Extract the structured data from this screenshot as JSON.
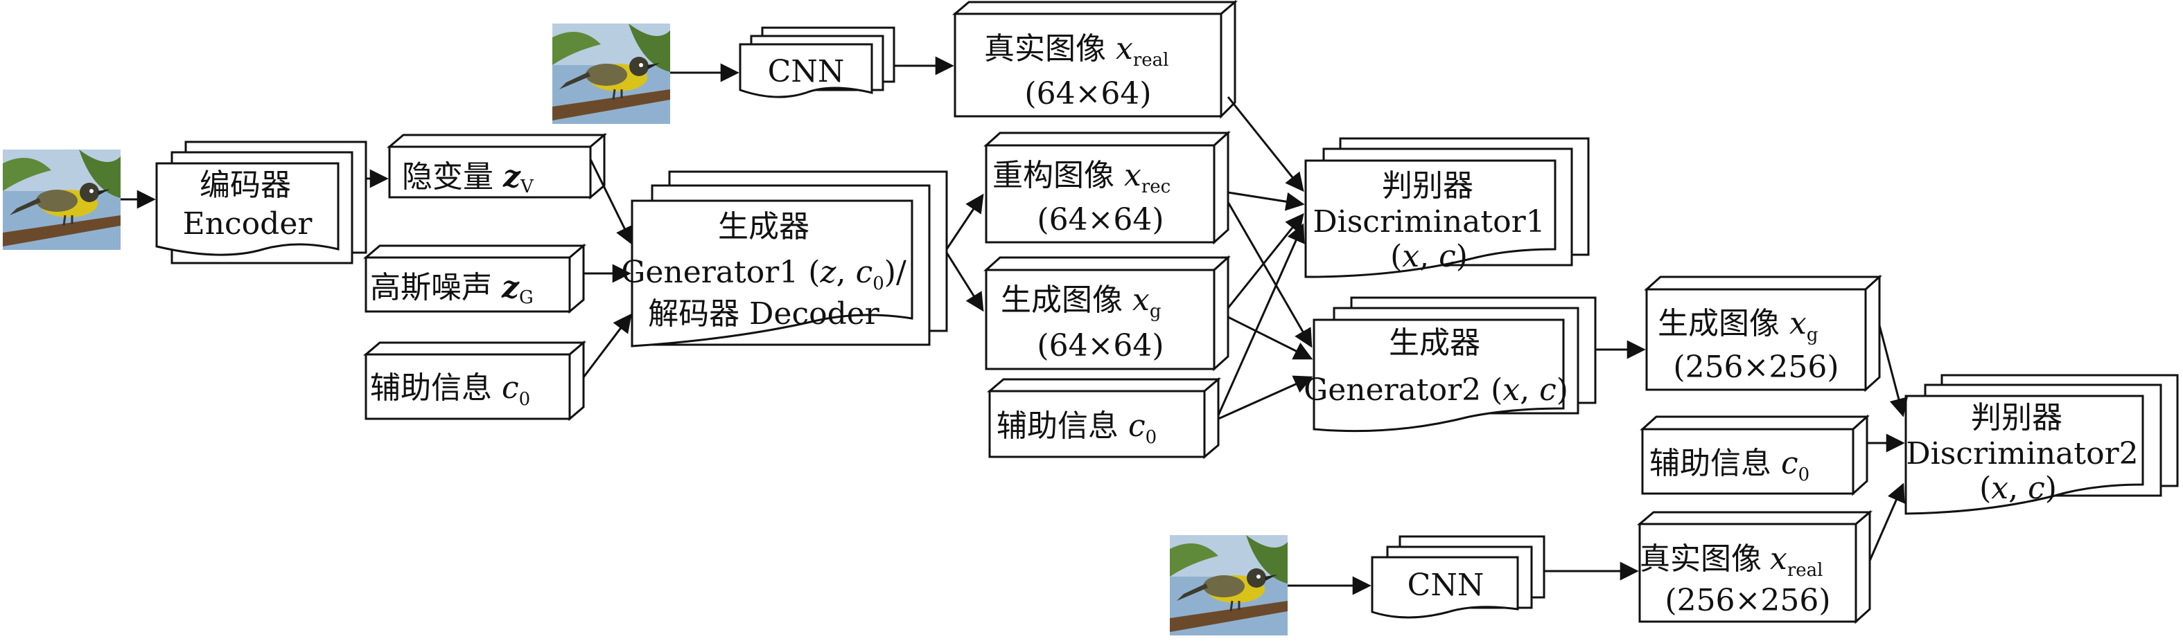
{
  "nodes": {
    "cnn_top": {
      "label": "CNN"
    },
    "real64": {
      "title": "真实图像",
      "var": "x",
      "sub": "real",
      "size": "(64×64)"
    },
    "encoder": {
      "zh": "编码器",
      "en": "Encoder"
    },
    "latent": {
      "title": "隐变量",
      "var": "z",
      "sub": "V"
    },
    "noise": {
      "title": "高斯噪声",
      "var": "z",
      "sub": "G"
    },
    "aux1": {
      "title": "辅助信息",
      "var": "c",
      "sub": "0"
    },
    "gen1": {
      "title": "生成器",
      "line2_a": "Generator1 (",
      "line2_var": "z",
      "line2_b": ", ",
      "line2_c": "c",
      "line2_csub": "0",
      "line2_end": ")/",
      "line3": "解码器 Decoder"
    },
    "rec": {
      "title": "重构图像",
      "var": "x",
      "sub": "rec",
      "size": "(64×64)"
    },
    "gen64": {
      "title": "生成图像",
      "var": "x",
      "sub": "g",
      "size": "(64×64)"
    },
    "aux2": {
      "title": "辅助信息",
      "var": "c",
      "sub": "0"
    },
    "disc1": {
      "title": "判别器",
      "en": "Discriminator1",
      "open": "(",
      "x": "x",
      "comma": ", ",
      "c": "c",
      "close": ")"
    },
    "gen2": {
      "title": "生成器",
      "en_a": "Generator2 (",
      "x": "x",
      "comma": ", ",
      "c": "c",
      "close": ")"
    },
    "gen256": {
      "title": "生成图像",
      "var": "x",
      "sub": "g",
      "size": "(256×256)"
    },
    "aux3": {
      "title": "辅助信息",
      "var": "c",
      "sub": "0"
    },
    "disc2": {
      "title": "判别器",
      "en": "Discriminator2",
      "open": "(",
      "x": "x",
      "comma": ", ",
      "c": "c",
      "close": ")"
    },
    "cnn_bottom": {
      "label": "CNN"
    },
    "real256": {
      "title": "真实图像",
      "var": "x",
      "sub": "real",
      "size": "(256×256)"
    }
  },
  "colors": {
    "line": "#111111",
    "paper": "#ffffff",
    "sky": "#7fa3c7",
    "bird_body": "#d9c31a",
    "bird_head": "#3d3c2e",
    "foliage": "#4f7a2f",
    "branch": "#6b4a2b"
  }
}
